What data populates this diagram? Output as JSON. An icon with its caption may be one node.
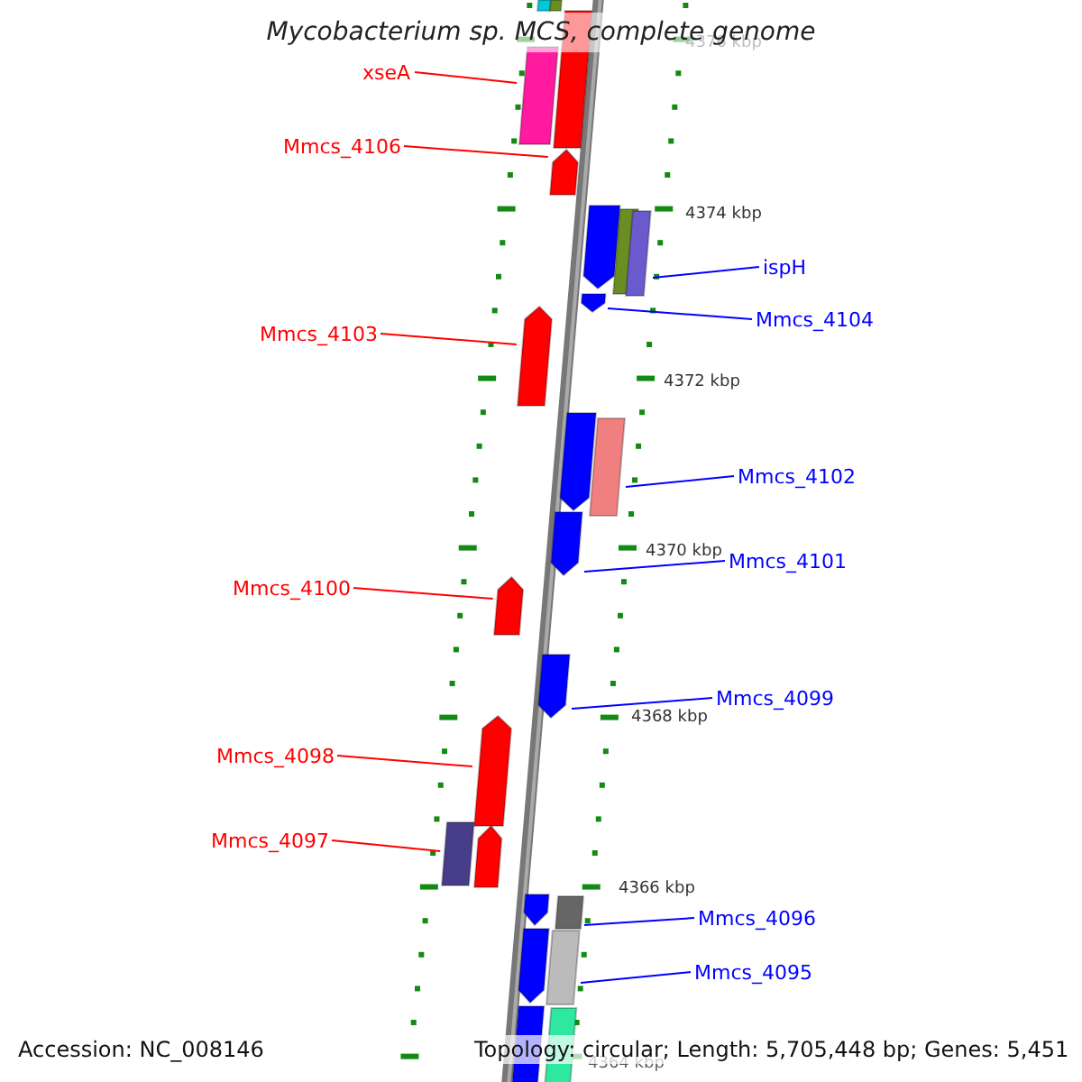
{
  "diagram": {
    "title": "Mycobacterium sp. MCS, complete genome",
    "nodes": [
      {
        "text": [
          "xseA"
        ]
      },
      {
        "text": [
          "Mmcs_4106"
        ]
      },
      {
        "text": [
          "ispH"
        ]
      },
      {
        "text": [
          "Mmcs_4104"
        ]
      },
      {
        "text": [
          "Mmcs_4103"
        ]
      },
      {
        "text": [
          "Mmcs_4102"
        ]
      },
      {
        "text": [
          "Mmcs_4101"
        ]
      },
      {
        "text": [
          "Mmcs_4100"
        ]
      },
      {
        "text": [
          "Mmcs_4099"
        ]
      },
      {
        "text": [
          "Mmcs_4098"
        ]
      },
      {
        "text": [
          "Mmcs_4097"
        ]
      },
      {
        "text": [
          "Mmcs_4096"
        ]
      },
      {
        "text": [
          "Mmcs_4095"
        ]
      },
      {
        "text": [],
        "shape": "box"
      },
      {
        "text": [],
        "shape": "box"
      },
      {
        "text": [],
        "shape": "box"
      },
      {
        "text": [],
        "shape": "box"
      },
      {
        "text": [],
        "shape": "arrow"
      },
      {
        "text": [],
        "shape": "arrow"
      },
      {
        "text": [],
        "shape": "box"
      },
      {
        "text": [],
        "shape": "box"
      },
      {
        "text": [],
        "shape": "arrow"
      },
      {
        "text": [],
        "shape": "arrow"
      },
      {
        "text": [],
        "shape": "arrow"
      },
      {
        "text": [],
        "shape": "box"
      },
      {
        "text": [],
        "shape": "arrow"
      },
      {
        "text": [],
        "shape": "arrow"
      },
      {
        "text": [],
        "shape": "arrow"
      },
      {
        "text": [],
        "shape": "arrow"
      },
      {
        "text": [],
        "shape": "box"
      },
      {
        "text": [],
        "shape": "arrow"
      },
      {
        "text": [],
        "shape": "arrow"
      },
      {
        "text": [],
        "shape": "box"
      },
      {
        "text": [],
        "shape": "arrow"
      },
      {
        "text": [],
        "shape": "box"
      },
      {
        "text": [],
        "shape": "box"
      },
      {
        "text": [],
        "shape": "box"
      }
    ],
    "edges": [
      {
        "from": 0,
        "to": 15,
        "arrow": "none",
        "color": "#ff0000"
      },
      {
        "from": 1,
        "to": 17,
        "arrow": "none",
        "color": "#ff0000"
      },
      {
        "from": 2,
        "to": 20,
        "arrow": "none"
      },
      {
        "from": 3,
        "to": 21,
        "arrow": "none"
      },
      {
        "from": 4,
        "to": 22,
        "arrow": "none",
        "color": "#ff0000"
      },
      {
        "from": 5,
        "to": 24,
        "arrow": "none"
      },
      {
        "from": 6,
        "to": 25,
        "arrow": "none"
      },
      {
        "from": 7,
        "to": 26,
        "arrow": "none",
        "color": "#ff0000"
      },
      {
        "from": 8,
        "to": 27,
        "arrow": "none"
      },
      {
        "from": 9,
        "to": 28,
        "arrow": "none",
        "color": "#ff0000"
      },
      {
        "from": 10,
        "to": 29,
        "arrow": "none",
        "color": "#ff0000"
      },
      {
        "from": 11,
        "to": 32,
        "arrow": "none"
      },
      {
        "from": 12,
        "to": 34,
        "arrow": "none"
      }
    ],
    "labels": [
      "4376 kbp",
      "4374 kbp",
      "4372 kbp",
      "4370 kbp",
      "4368 kbp",
      "4366 kbp",
      "4364 kbp",
      "Accession: NC_008146",
      "Topology: circular; Length: 5,705,448 bp; Genes: 5,451"
    ]
  }
}
